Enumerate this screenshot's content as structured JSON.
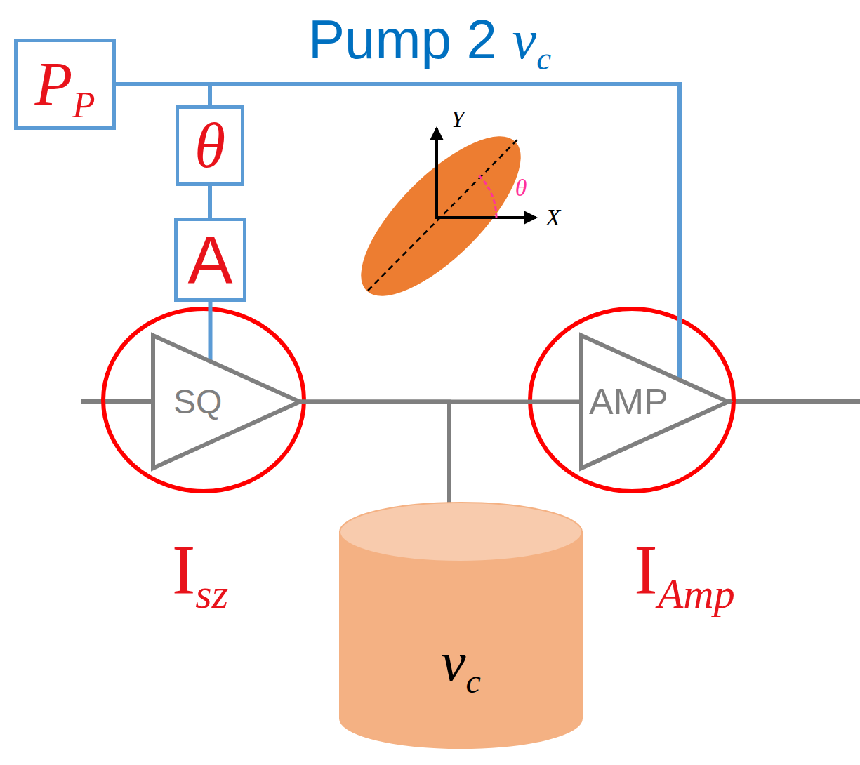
{
  "diagram": {
    "nodes": [
      {
        "text": [
          "PP"
        ]
      },
      {
        "text": [
          "θ"
        ]
      },
      {
        "text": [
          "A"
        ]
      },
      {
        "text": [
          "SQ"
        ]
      },
      {
        "text": [
          "AMP"
        ]
      },
      {
        "text": [
          "νc"
        ]
      }
    ],
    "edges": [
      {
        "from": 0,
        "to": 1,
        "arrow": "none"
      },
      {
        "from": 0,
        "to": 4,
        "arrow": "none"
      },
      {
        "from": 1,
        "to": 2,
        "arrow": "none"
      },
      {
        "from": 2,
        "to": 3,
        "arrow": "none"
      },
      {
        "from": 3,
        "to": 4,
        "arrow": "none"
      },
      {
        "from": 3,
        "to": 5,
        "arrow": "none"
      }
    ],
    "labels": [
      "Pump 2 νc",
      "Y",
      "X",
      "θ",
      "Isz",
      "IAmp"
    ]
  }
}
